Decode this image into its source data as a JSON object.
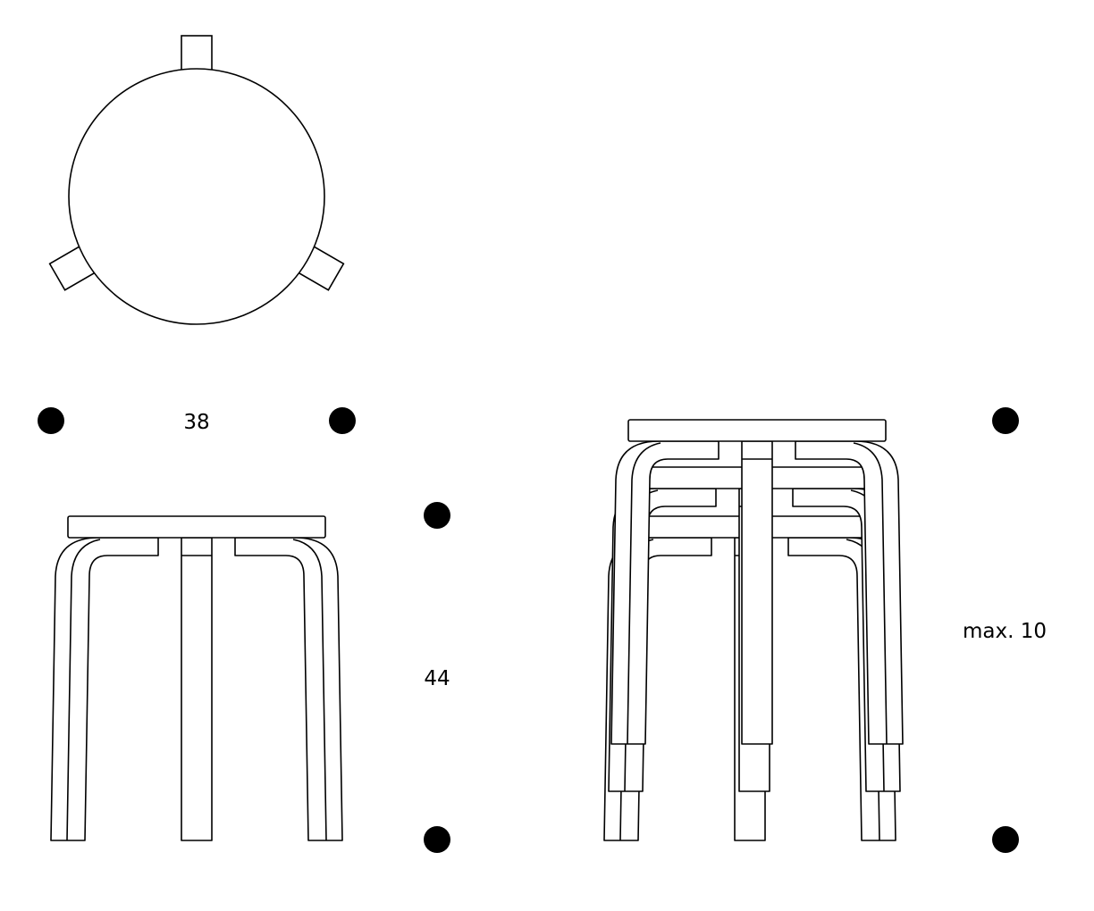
{
  "labels": {
    "diameter": "38",
    "height": "44",
    "stack": "max. 10"
  },
  "colors": {
    "line": "#000000",
    "background": "#ffffff"
  }
}
